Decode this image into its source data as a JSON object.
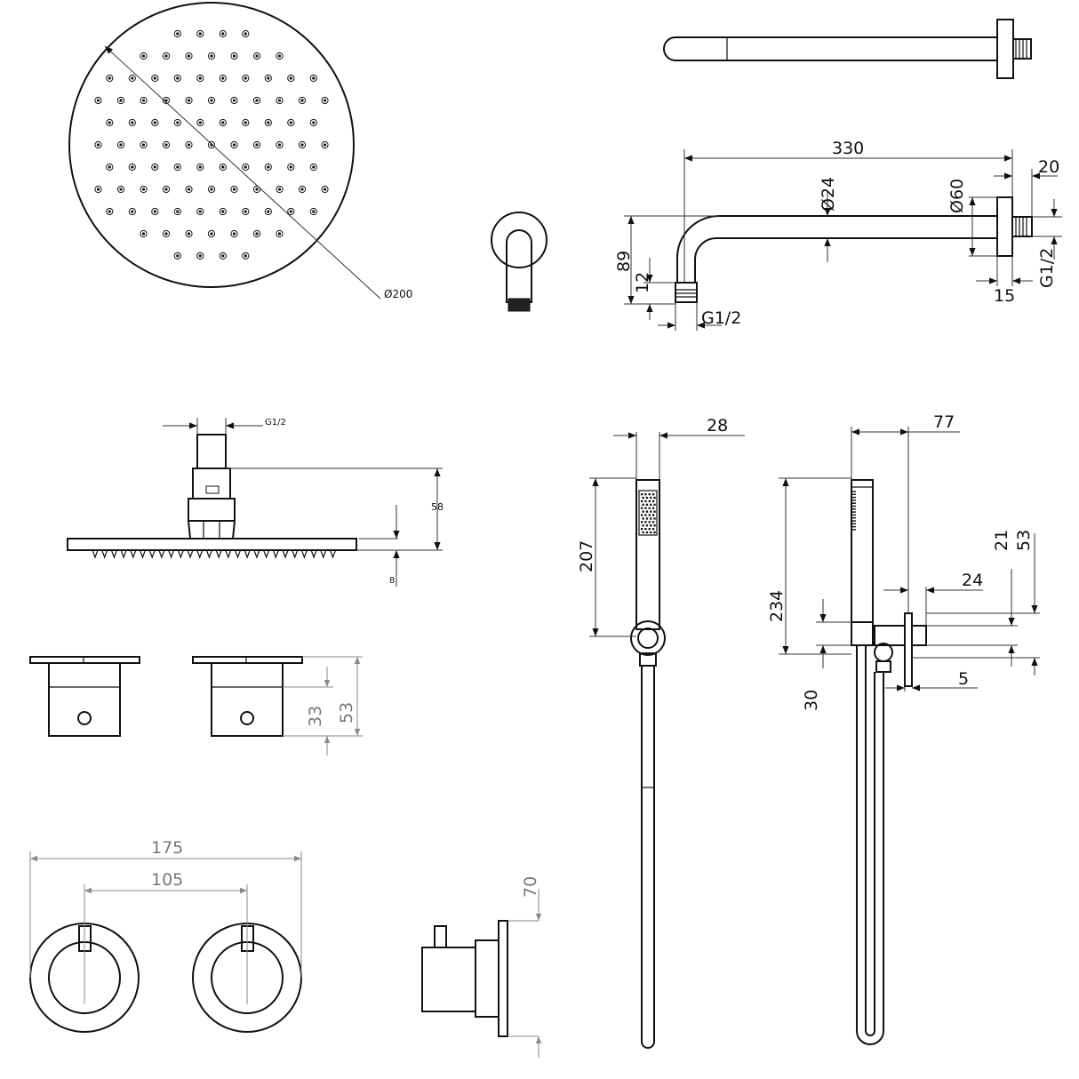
{
  "labels": {
    "head_diameter": "Ø200",
    "arm_length": "330",
    "arm_flange_depth": "20",
    "arm_tube_diameter": "Ø24",
    "arm_flange_diameter": "Ø60",
    "arm_height": "89",
    "arm_outlet_length": "12",
    "arm_outlet_thread": "G1/2",
    "arm_inlet_thread": "G1/2",
    "arm_flange_thickness": "15",
    "head_inlet_thread": "G1/2",
    "head_height": "58",
    "head_plate_thickness": "8",
    "valve_body_height": "33",
    "valve_total_height": "53",
    "valves_total_width": "175",
    "valves_spacing": "105",
    "valve_plate_diameter": "70",
    "hand_shower_diameter": "28",
    "hand_shower_length": "207",
    "hand_shower_total": "234",
    "holder_depth": "77",
    "holder_outlet_length": "24",
    "holder_plate_thickness": "5",
    "holder_plate_diameter": "30",
    "holder_height_small": "21",
    "holder_height_large": "53"
  },
  "colors": {
    "line": "#111111",
    "dimension_line": "#333333",
    "dimension_grey": "#8a8a8a"
  }
}
